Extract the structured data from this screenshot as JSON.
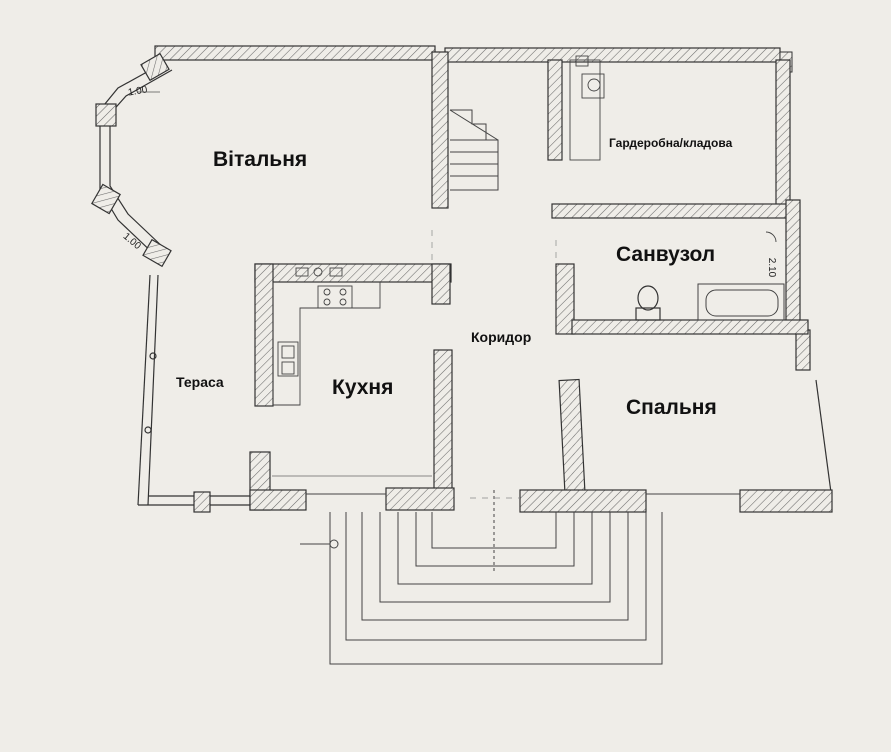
{
  "rooms": {
    "living": "Вітальня",
    "wardrobe": "Гардеробна/кладова",
    "bathroom": "Санвузол",
    "corridor": "Коридор",
    "terrace": "Тераса",
    "kitchen": "Кухня",
    "bedroom": "Спальня"
  },
  "dimensions": {
    "bay_top": "1.00",
    "bay_bottom": "1.00",
    "bath_wall": "2.10"
  },
  "colors": {
    "background": "#efede8",
    "wall_line": "#333333",
    "hatch": "#666666",
    "thin_line": "#555555"
  }
}
